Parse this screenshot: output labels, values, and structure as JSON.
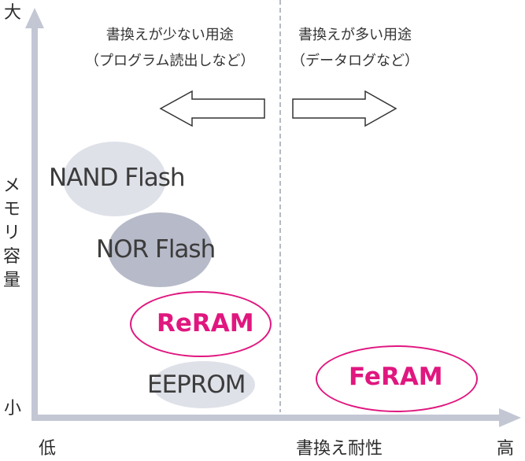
{
  "axes": {
    "y_high": "大",
    "y_low": "小",
    "y_label": "メモリ容量",
    "x_low": "低",
    "x_label": "書換え耐性",
    "x_high": "高"
  },
  "regions": {
    "left": {
      "line1": "書換えが少ない用途",
      "line2": "（プログラム読出しなど）"
    },
    "right": {
      "line1": "書換えが多い用途",
      "line2": "（データログなど）"
    }
  },
  "memories": {
    "nand": "NAND Flash",
    "nor": "NOR Flash",
    "reram": "ReRAM",
    "eeprom": "EEPROM",
    "feram": "FeRAM"
  },
  "colors": {
    "axis": "#c3c7d4",
    "light_blob": "#dfe1e9",
    "dark_blob": "#b7bac8",
    "accent": "#e0177f"
  }
}
